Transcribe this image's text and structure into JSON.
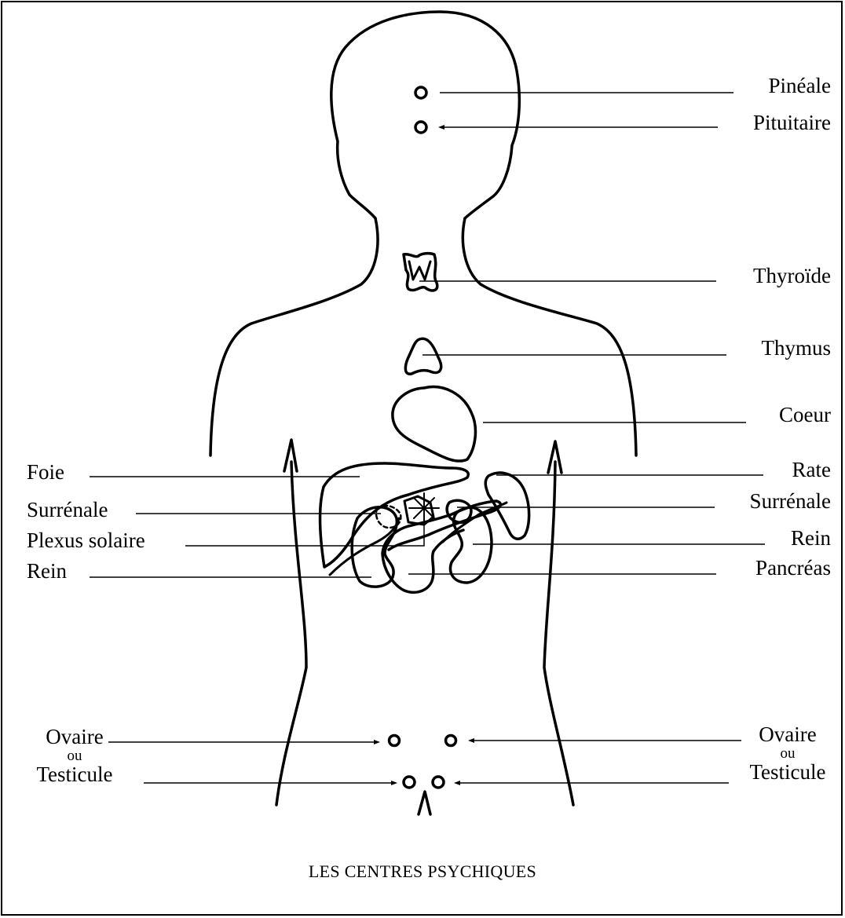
{
  "diagram": {
    "caption": "LES CENTRES PSYCHIQUES",
    "labels_right": {
      "pineale": "Pinéale",
      "pituitaire": "Pituitaire",
      "thyroide": "Thyroïde",
      "thymus": "Thymus",
      "coeur": "Coeur",
      "rate": "Rate",
      "surrenale": "Surrénale",
      "rein": "Rein",
      "pancreas": "Pancréas"
    },
    "labels_left": {
      "foie": "Foie",
      "surrenale": "Surrénale",
      "plexus_solaire": "Plexus solaire",
      "rein": "Rein"
    },
    "gonads_left": {
      "top": "Ovaire",
      "mid": "ou",
      "bottom": "Testicule"
    },
    "gonads_right": {
      "top": "Ovaire",
      "mid": "ou",
      "bottom": "Testicule"
    }
  }
}
